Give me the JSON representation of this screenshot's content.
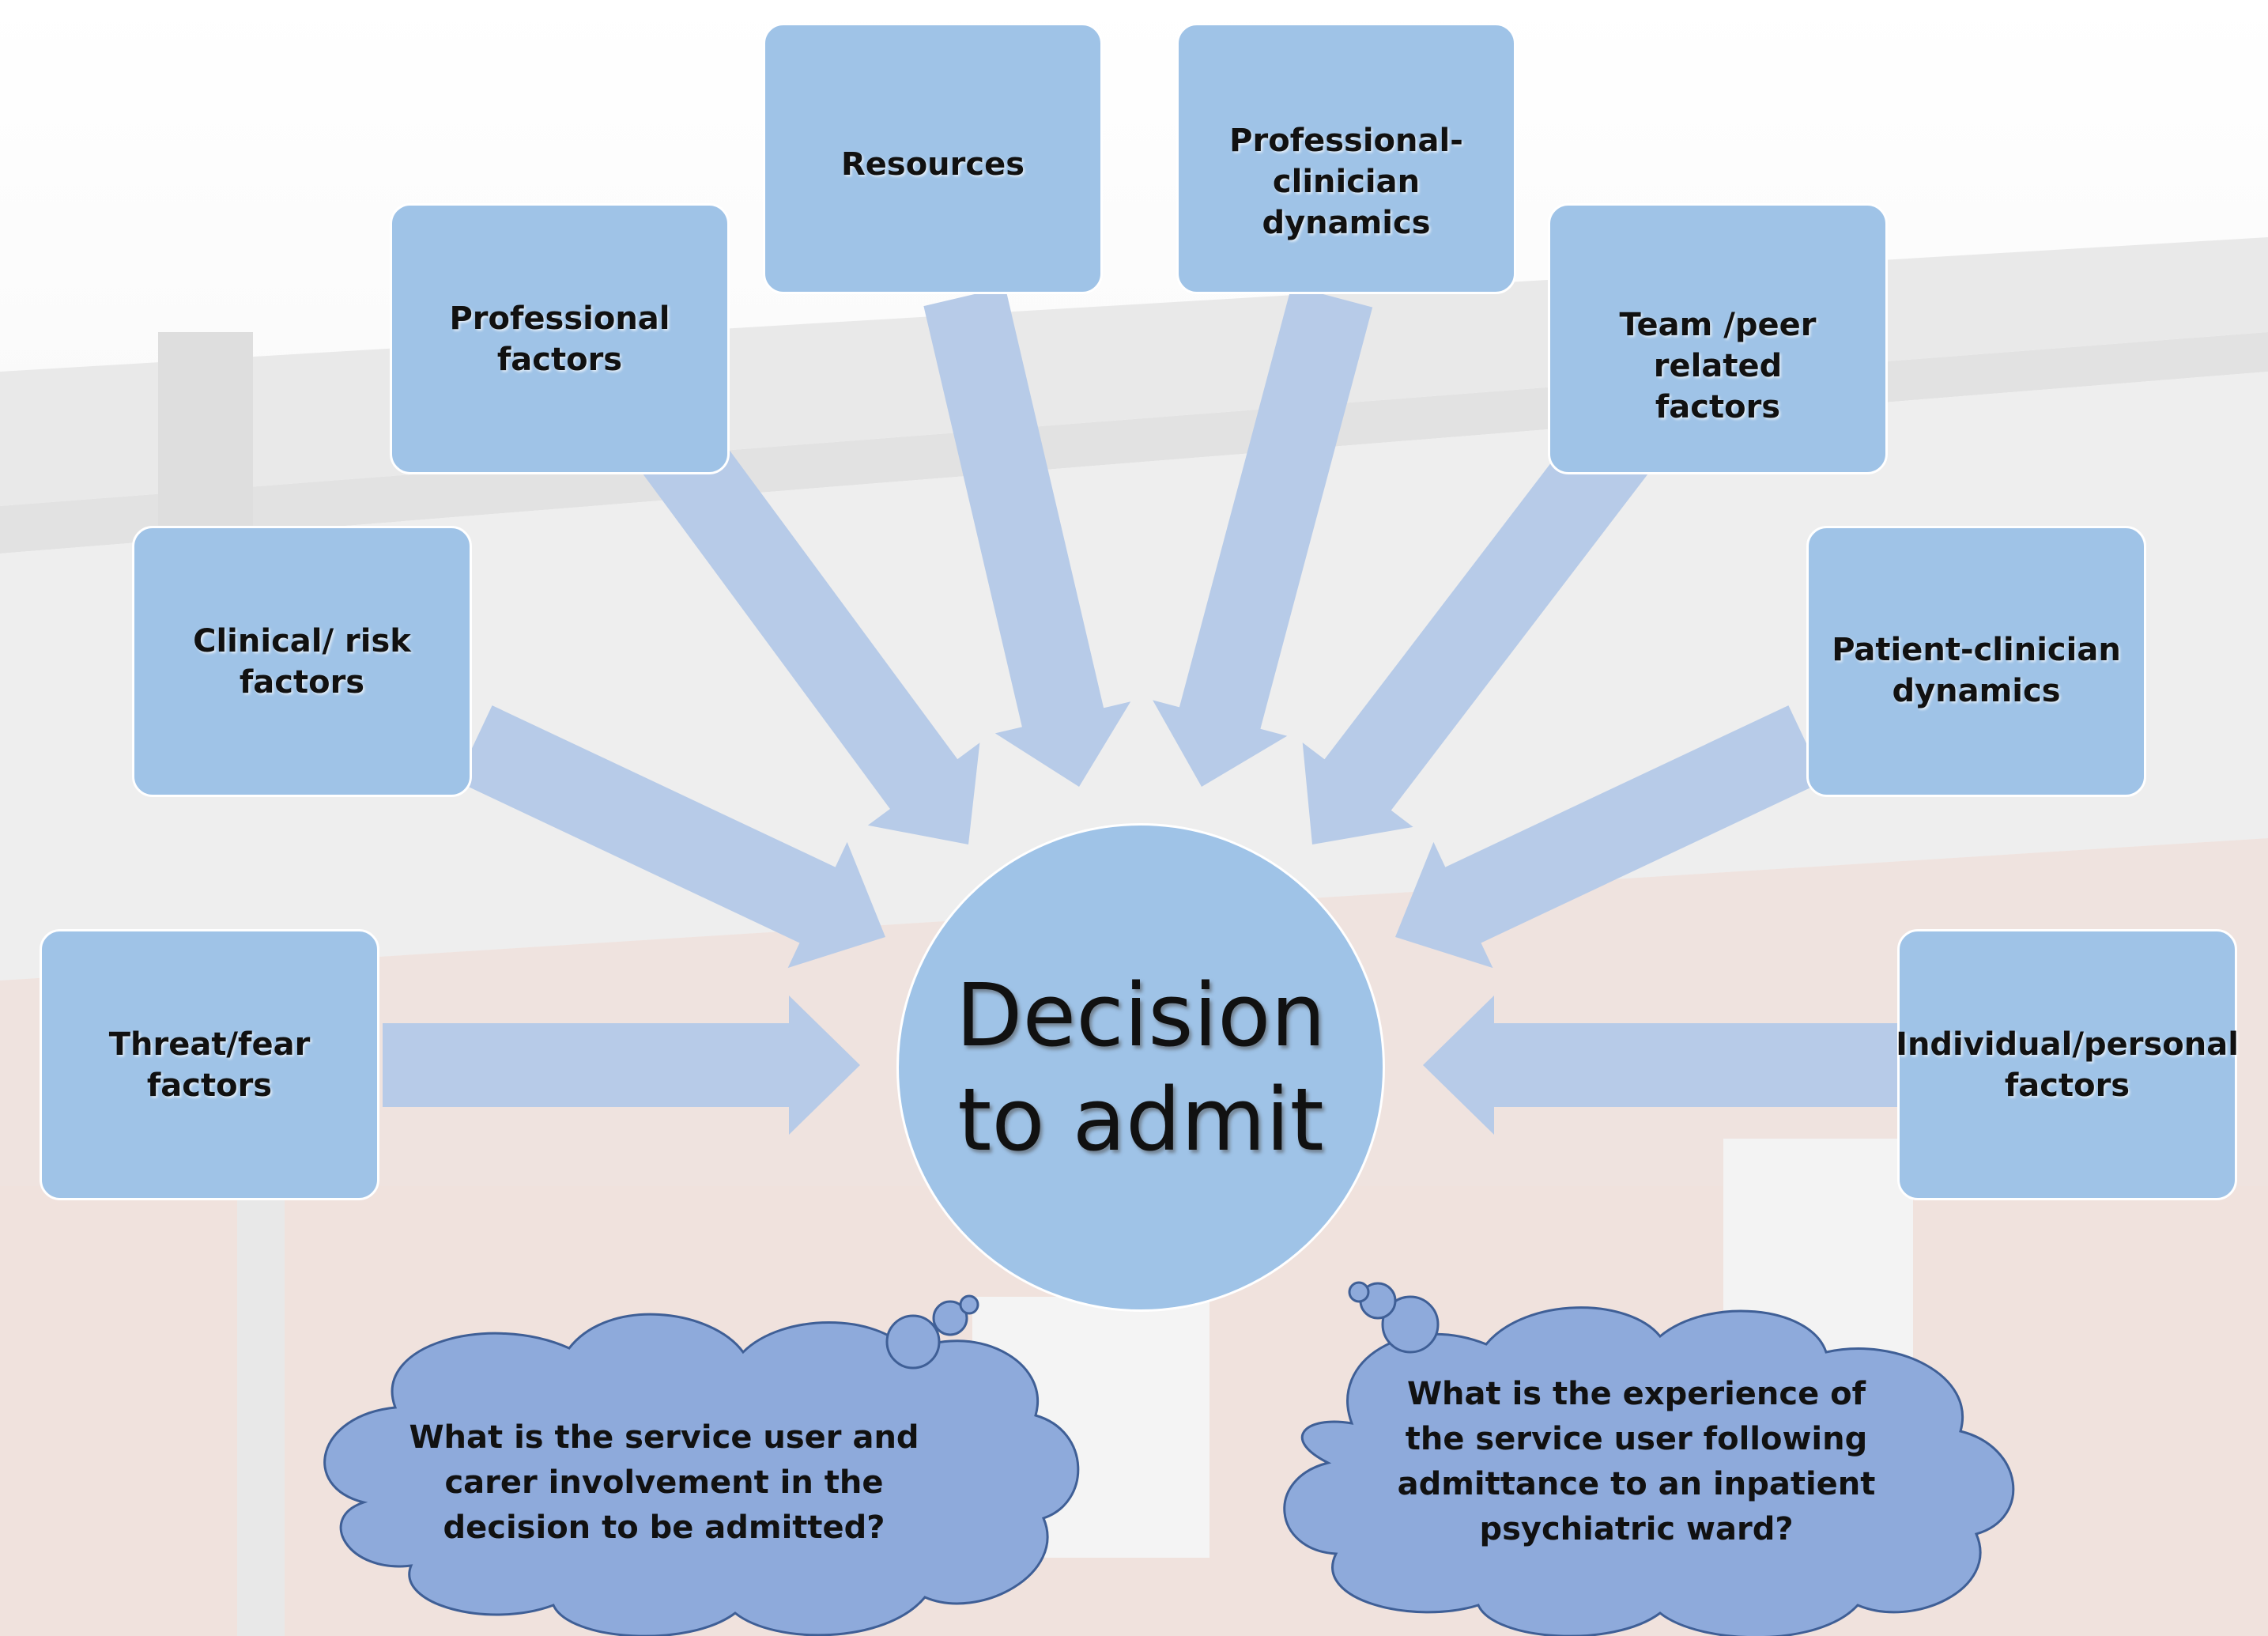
{
  "center": {
    "label": "Decision\nto admit"
  },
  "factors": [
    {
      "id": "threat-fear",
      "label": "Threat/fear factors"
    },
    {
      "id": "clinical-risk",
      "label": "Clinical/ risk factors"
    },
    {
      "id": "professional",
      "label": "Professional factors"
    },
    {
      "id": "resources",
      "label": "Resources"
    },
    {
      "id": "professional-clinician",
      "label": "Professional-\nclinician dynamics"
    },
    {
      "id": "team-peer",
      "label": "Team /peer related\nfactors"
    },
    {
      "id": "patient-clinician",
      "label": "Patient-clinician\ndynamics"
    },
    {
      "id": "individual-personal",
      "label": "Individual/personal\nfactors"
    }
  ],
  "clouds": {
    "left": "What is the service user and\ncarer involvement in the\ndecision to be admitted?",
    "right": "What is the experience of\nthe service user following\nadmittance to an inpatient\npsychiatric ward?"
  },
  "colors": {
    "box_fill": "#9fc3e7",
    "arrow_fill": "#b7cbe8",
    "cloud_fill": "#8eaadb",
    "cloud_stroke": "#3f5f96",
    "text": "#111111"
  }
}
